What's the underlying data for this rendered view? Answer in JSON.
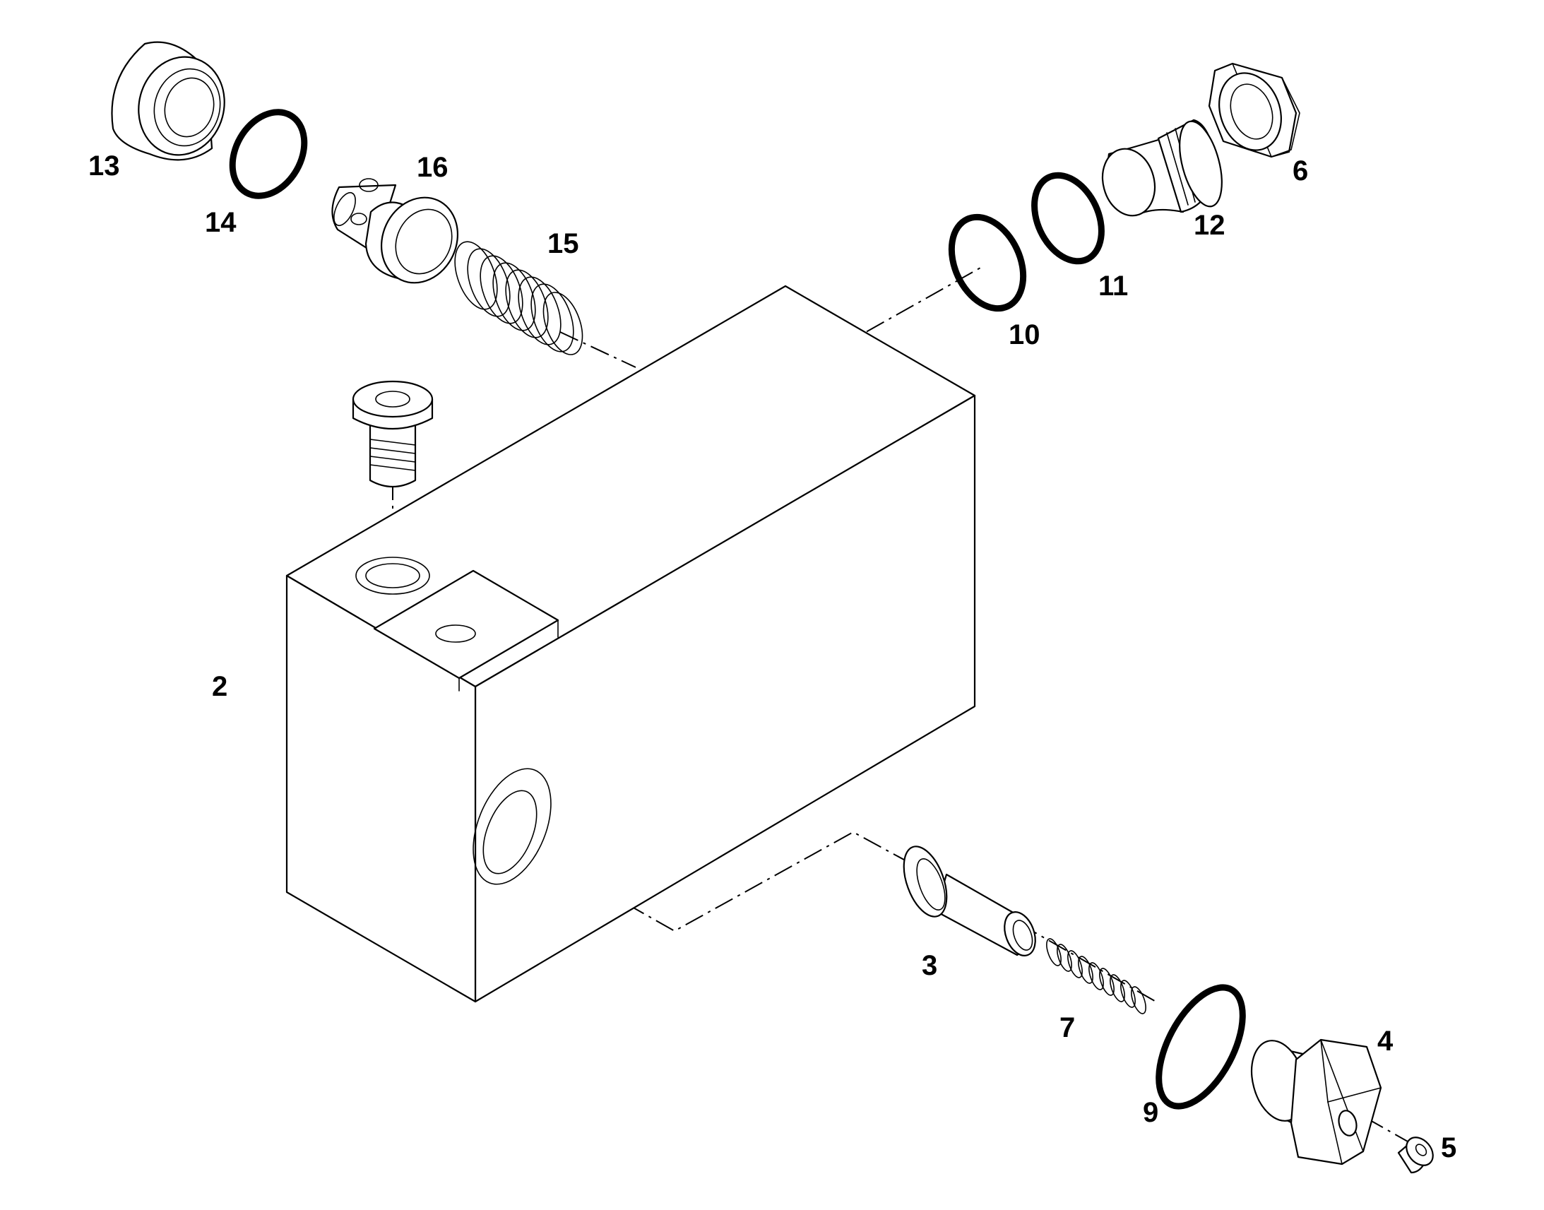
{
  "colors": {
    "line": "#000000",
    "background": "#ffffff"
  },
  "labels": {
    "p2": "2",
    "p3": "3",
    "p4": "4",
    "p5": "5",
    "p6": "6",
    "p7": "7",
    "p9": "9",
    "p10": "10",
    "p11": "11",
    "p12": "12",
    "p13": "13",
    "p14": "14",
    "p15": "15",
    "p16": "16"
  }
}
